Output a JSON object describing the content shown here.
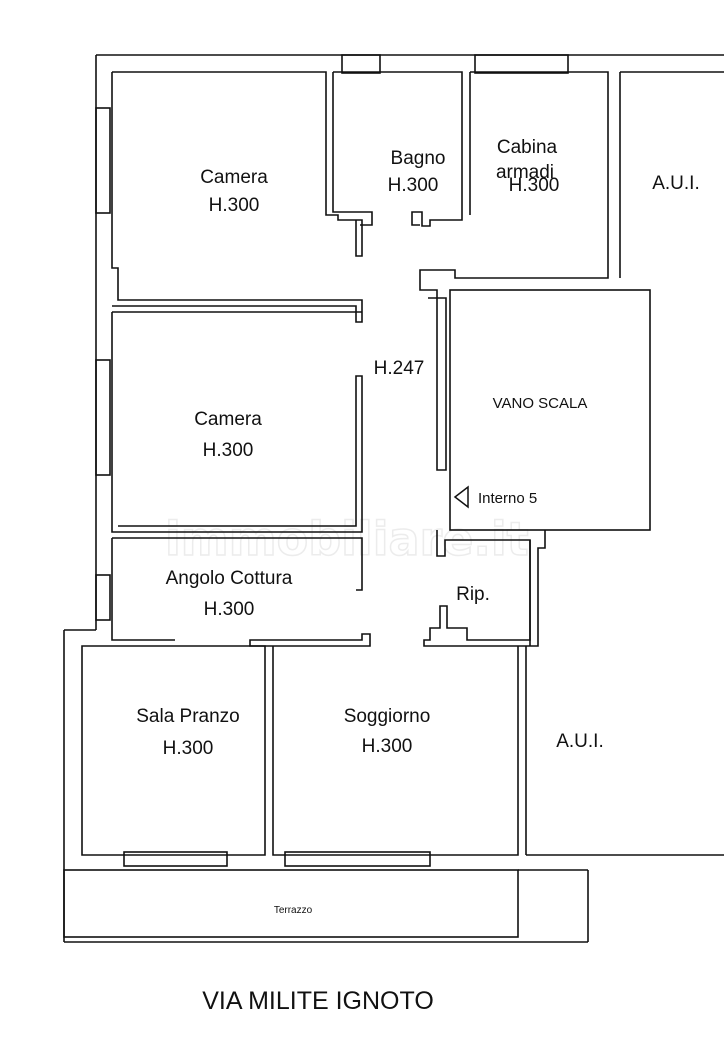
{
  "rooms": {
    "camera_1": {
      "name": "Camera",
      "height": "H.300"
    },
    "bagno": {
      "name": "Bagno",
      "height": "H.300"
    },
    "cabina": {
      "name_line1": "Cabina",
      "name_line2": "armadi",
      "height": "H.300"
    },
    "aui_top": {
      "name": "A.U.I."
    },
    "corridor": {
      "height": "H.247"
    },
    "vano_scala": {
      "name": "VANO SCALA"
    },
    "interno": {
      "label": "Interno 5"
    },
    "camera_2": {
      "name": "Camera",
      "height": "H.300"
    },
    "angolo_cottura": {
      "name": "Angolo Cottura",
      "height": "H.300"
    },
    "ripostiglio": {
      "name": "Rip."
    },
    "sala_pranzo": {
      "name": "Sala Pranzo",
      "height": "H.300"
    },
    "soggiorno": {
      "name": "Soggiorno",
      "height": "H.300"
    },
    "aui_bottom": {
      "name": "A.U.I."
    },
    "terrazzo": {
      "name": "Terrazzo"
    }
  },
  "street": {
    "name": "VIA MILITE IGNOTO"
  },
  "watermark": {
    "text": "immobiliare.it"
  },
  "colors": {
    "wall": "#111111",
    "background": "#ffffff",
    "watermark": "#ececec"
  }
}
